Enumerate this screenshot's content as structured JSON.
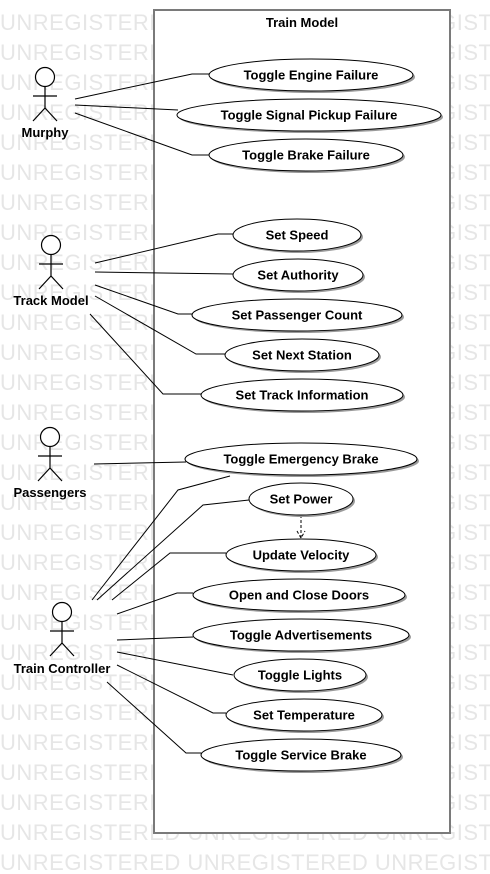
{
  "watermark": {
    "text": "UNREGISTERED UNREGISTERED UNREGISTERED"
  },
  "system": {
    "title": "Train Model"
  },
  "actors": [
    {
      "id": "murphy",
      "label": "Murphy"
    },
    {
      "id": "track-model",
      "label": "Track Model"
    },
    {
      "id": "passengers",
      "label": "Passengers"
    },
    {
      "id": "train-controller",
      "label": "Train Controller"
    }
  ],
  "use_cases": [
    {
      "id": "toggle-engine-failure",
      "label": "Toggle Engine Failure"
    },
    {
      "id": "toggle-signal-pickup-failure",
      "label": "Toggle Signal Pickup Failure"
    },
    {
      "id": "toggle-brake-failure",
      "label": "Toggle Brake Failure"
    },
    {
      "id": "set-speed",
      "label": "Set Speed"
    },
    {
      "id": "set-authority",
      "label": "Set Authority"
    },
    {
      "id": "set-passenger-count",
      "label": "Set Passenger Count"
    },
    {
      "id": "set-next-station",
      "label": "Set Next Station"
    },
    {
      "id": "set-track-information",
      "label": "Set Track Information"
    },
    {
      "id": "toggle-emergency-brake",
      "label": "Toggle Emergency Brake"
    },
    {
      "id": "set-power",
      "label": "Set Power"
    },
    {
      "id": "update-velocity",
      "label": "Update Velocity"
    },
    {
      "id": "open-and-close-doors",
      "label": "Open and Close Doors"
    },
    {
      "id": "toggle-advertisements",
      "label": "Toggle Advertisements"
    },
    {
      "id": "toggle-lights",
      "label": "Toggle Lights"
    },
    {
      "id": "set-temperature",
      "label": "Set Temperature"
    },
    {
      "id": "toggle-service-brake",
      "label": "Toggle Service Brake"
    }
  ],
  "associations": [
    {
      "actor": "murphy",
      "use_case": "toggle-engine-failure"
    },
    {
      "actor": "murphy",
      "use_case": "toggle-signal-pickup-failure"
    },
    {
      "actor": "murphy",
      "use_case": "toggle-brake-failure"
    },
    {
      "actor": "track-model",
      "use_case": "set-speed"
    },
    {
      "actor": "track-model",
      "use_case": "set-authority"
    },
    {
      "actor": "track-model",
      "use_case": "set-passenger-count"
    },
    {
      "actor": "track-model",
      "use_case": "set-next-station"
    },
    {
      "actor": "track-model",
      "use_case": "set-track-information"
    },
    {
      "actor": "passengers",
      "use_case": "toggle-emergency-brake"
    },
    {
      "actor": "train-controller",
      "use_case": "toggle-emergency-brake"
    },
    {
      "actor": "train-controller",
      "use_case": "set-power"
    },
    {
      "actor": "train-controller",
      "use_case": "update-velocity"
    },
    {
      "actor": "train-controller",
      "use_case": "open-and-close-doors"
    },
    {
      "actor": "train-controller",
      "use_case": "toggle-advertisements"
    },
    {
      "actor": "train-controller",
      "use_case": "toggle-lights"
    },
    {
      "actor": "train-controller",
      "use_case": "set-temperature"
    },
    {
      "actor": "train-controller",
      "use_case": "toggle-service-brake"
    }
  ],
  "dependencies": [
    {
      "from": "set-power",
      "to": "update-velocity"
    }
  ]
}
